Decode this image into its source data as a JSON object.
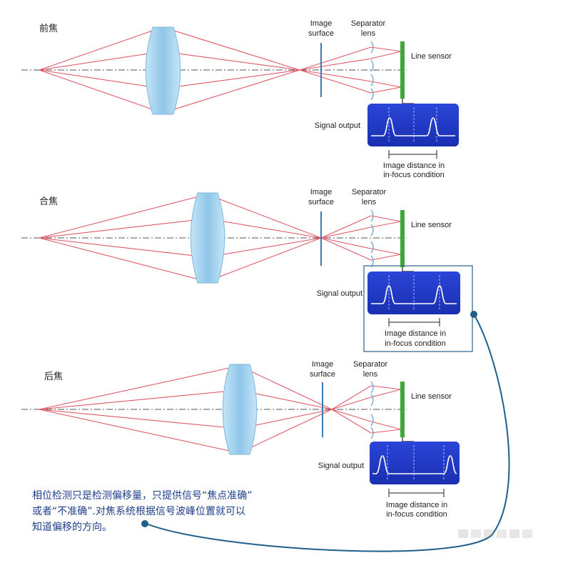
{
  "colors": {
    "ray": "#e05a66",
    "lens": "#9fd0ec",
    "sensor": "#3fa83a",
    "scope_bg": "#1f35c9",
    "note_text": "#1f3f8a",
    "link_line": "#1f5f8a"
  },
  "panels": [
    {
      "title": "前焦",
      "image_surface_label": [
        "Image",
        "surface"
      ],
      "separator_lens_label": [
        "Separator",
        "lens"
      ],
      "line_sensor_label": "Line sensor",
      "signal_output_label": "Signal output",
      "distance_label": [
        "Image distance in",
        "in-focus condition"
      ]
    },
    {
      "title": "合焦",
      "image_surface_label": [
        "Image",
        "surface"
      ],
      "separator_lens_label": [
        "Separator",
        "lens"
      ],
      "line_sensor_label": "Line sensor",
      "signal_output_label": "Signal output",
      "distance_label": [
        "Image distance in",
        "in-focus condition"
      ]
    },
    {
      "title": "后焦",
      "image_surface_label": [
        "Image",
        "surface"
      ],
      "separator_lens_label": [
        "Separator",
        "lens"
      ],
      "line_sensor_label": "Line sensor",
      "signal_output_label": "Signal output",
      "distance_label": [
        "Image distance in",
        "in-focus condition"
      ]
    }
  ],
  "note_lines": [
    "相位检测只是检测偏移量，只提供信号“焦点准确”",
    "或者“不准确”.对焦系统根据信号波峰位置就可以",
    "知道偏移的方向。"
  ]
}
